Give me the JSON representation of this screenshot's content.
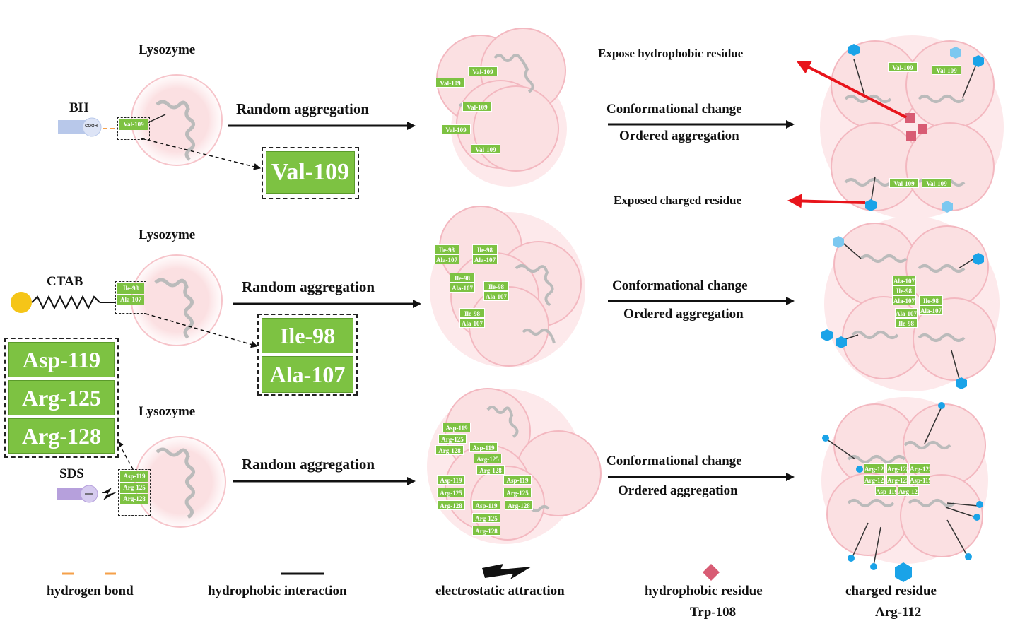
{
  "labels": {
    "lysozyme": "Lysozyme",
    "bh": "BH",
    "ctab": "CTAB",
    "sds": "SDS",
    "cooh": "COOH",
    "random_aggregation": "Random aggregation",
    "conformational_change": "Conformational change",
    "ordered_aggregation": "Ordered aggregation",
    "expose_hydrophobic": "Expose hydrophobic residue",
    "exposed_charged": "Exposed charged residue"
  },
  "residues": {
    "bh": [
      "Val-109"
    ],
    "ctab": [
      "Ile-98",
      "Ala-107"
    ],
    "sds": [
      "Asp-119",
      "Arg-125",
      "Arg-128"
    ]
  },
  "legend": {
    "hydrogen_bond": "hydrogen bond",
    "hydrophobic_interaction": "hydrophobic interaction",
    "electrostatic_attraction": "electrostatic attraction",
    "hydrophobic_residue": "hydrophobic residue",
    "hydrophobic_residue_name": "Trp-108",
    "charged_residue": "charged residue",
    "charged_residue_name": "Arg-112"
  },
  "colors": {
    "protein_fill": "#fbe0e2",
    "protein_edge": "#f0a8b0",
    "residue_green": "#7dc242",
    "charged_blue": "#1aa3e8",
    "hydrophobic_red": "#d85c74",
    "red_arrow": "#e8141b",
    "hydrogen_bond": "#f5a04a"
  }
}
